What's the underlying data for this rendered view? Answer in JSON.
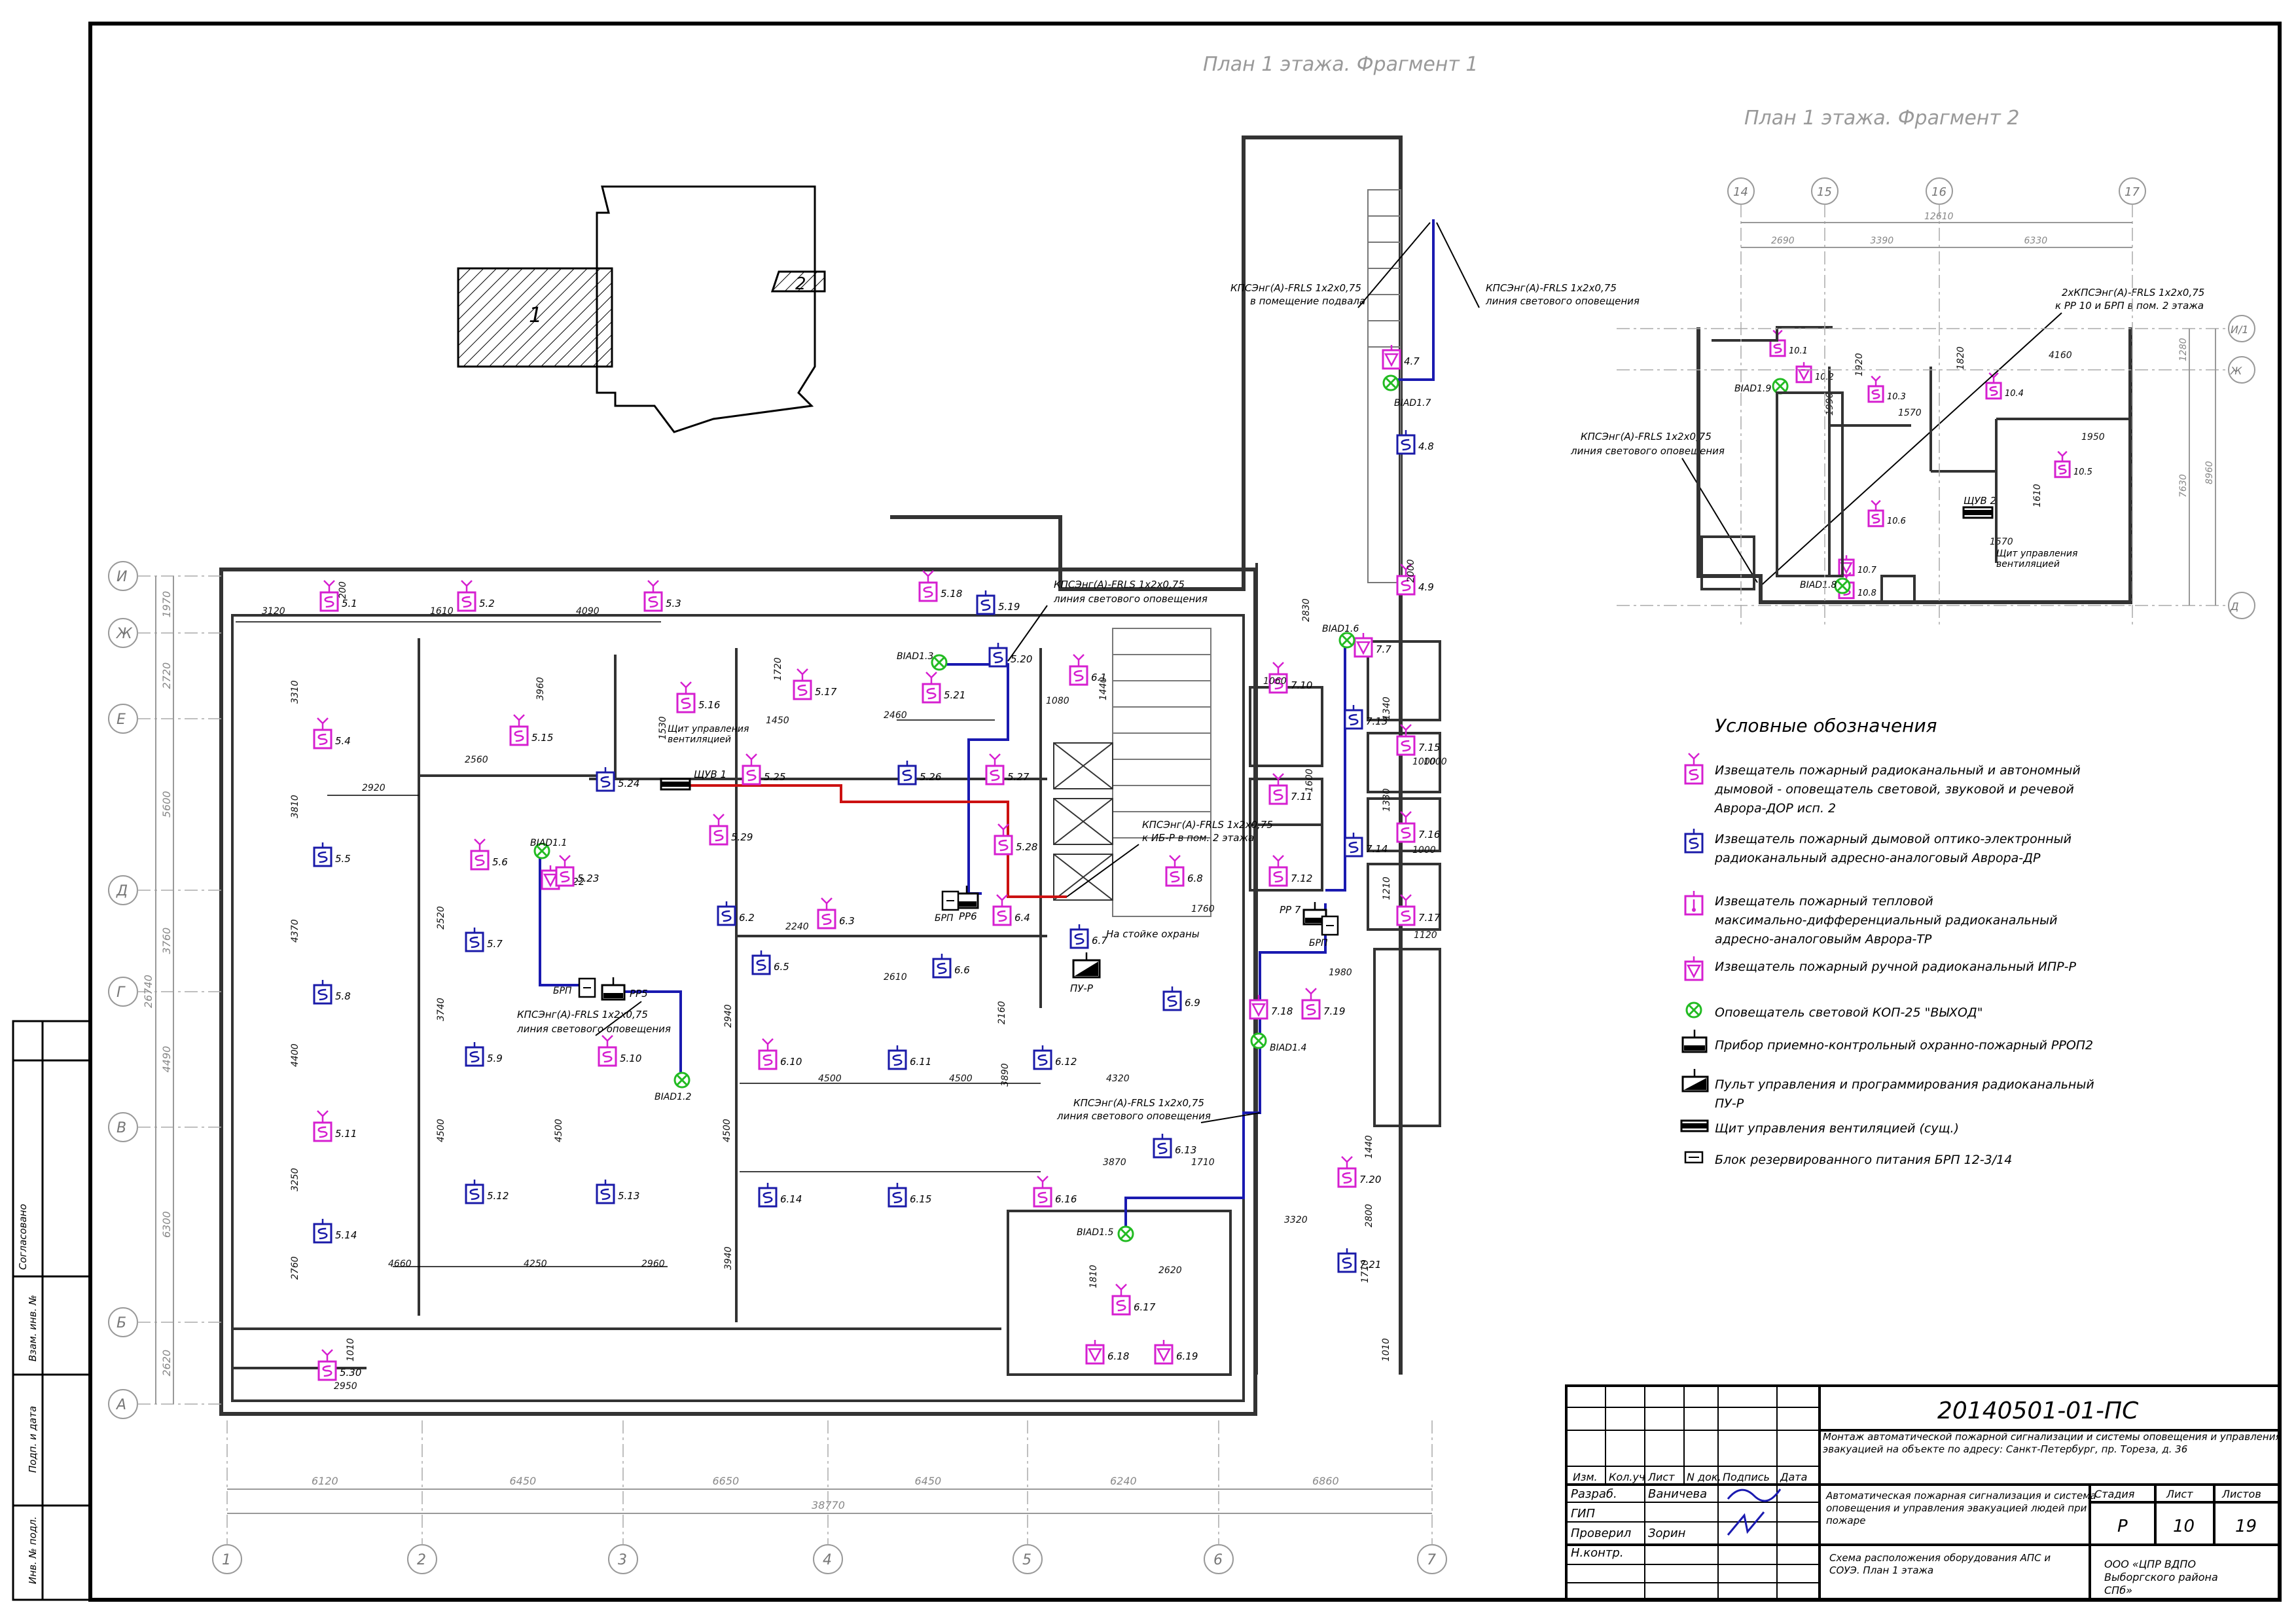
{
  "titles": {
    "fragment1": "План 1 этажа. Фрагмент 1",
    "fragment2": "План 1 этажа. Фрагмент 2"
  },
  "site": {
    "bldg1": "1",
    "bldg2": "2"
  },
  "colors": {
    "smoke_combo": "#d61fd0",
    "smoke_optical": "#1a1aa8",
    "exit_light": "#22bb22",
    "cable_blue": "#1a1ab0",
    "cable_red": "#cc1111"
  },
  "axes_rows": [
    "И",
    "Ж",
    "Е",
    "Д",
    "Г",
    "В",
    "Б",
    "А"
  ],
  "axes_cols": [
    "1",
    "2",
    "3",
    "4",
    "5",
    "6",
    "7"
  ],
  "axes_cols2": [
    "14",
    "15",
    "16",
    "17"
  ],
  "axes_rows2": [
    "И/1",
    "Ж",
    "Д"
  ],
  "overall_dims": {
    "bottom_spans": [
      "6120",
      "6450",
      "6650",
      "6450",
      "6240",
      "6860"
    ],
    "bottom_total": "38770",
    "left_spans": [
      "1970",
      "2720",
      "5600",
      "3760",
      "4490",
      "6300",
      "2620"
    ],
    "left_total": "26740",
    "frag2_top_spans": [
      "2690",
      "3390",
      "6330"
    ],
    "frag2_top_total": "12610",
    "frag2_left_spans": [
      "1280",
      "7630"
    ],
    "frag2_left_total": "8960"
  },
  "devices_f1": [
    {
      "id": "5.1",
      "type": "combo"
    },
    {
      "id": "5.2",
      "type": "combo"
    },
    {
      "id": "5.3",
      "type": "combo"
    },
    {
      "id": "5.18",
      "type": "combo"
    },
    {
      "id": "5.19",
      "type": "optical"
    },
    {
      "id": "5.20",
      "type": "optical"
    },
    {
      "id": "5.4",
      "type": "combo"
    },
    {
      "id": "5.5",
      "type": "optical"
    },
    {
      "id": "5.6",
      "type": "combo"
    },
    {
      "id": "5.7",
      "type": "optical"
    },
    {
      "id": "5.8",
      "type": "optical"
    },
    {
      "id": "5.9",
      "type": "optical"
    },
    {
      "id": "5.10",
      "type": "combo"
    },
    {
      "id": "5.11",
      "type": "combo"
    },
    {
      "id": "5.12",
      "type": "optical"
    },
    {
      "id": "5.13",
      "type": "optical"
    },
    {
      "id": "5.14",
      "type": "optical"
    },
    {
      "id": "5.15",
      "type": "combo"
    },
    {
      "id": "5.16",
      "type": "combo"
    },
    {
      "id": "5.17",
      "type": "combo"
    },
    {
      "id": "5.21",
      "type": "combo"
    },
    {
      "id": "5.22",
      "type": "manual"
    },
    {
      "id": "5.23",
      "type": "combo"
    },
    {
      "id": "5.24",
      "type": "optical"
    },
    {
      "id": "5.25",
      "type": "combo"
    },
    {
      "id": "5.26",
      "type": "optical"
    },
    {
      "id": "5.27",
      "type": "combo"
    },
    {
      "id": "5.28",
      "type": "combo"
    },
    {
      "id": "5.29",
      "type": "combo"
    },
    {
      "id": "5.30",
      "type": "combo"
    },
    {
      "id": "6.1",
      "type": "combo"
    },
    {
      "id": "6.2",
      "type": "optical"
    },
    {
      "id": "6.3",
      "type": "combo"
    },
    {
      "id": "6.4",
      "type": "combo"
    },
    {
      "id": "6.5",
      "type": "optical"
    },
    {
      "id": "6.6",
      "type": "optical"
    },
    {
      "id": "6.7",
      "type": "optical"
    },
    {
      "id": "6.8",
      "type": "combo"
    },
    {
      "id": "6.9",
      "type": "optical"
    },
    {
      "id": "6.10",
      "type": "combo"
    },
    {
      "id": "6.11",
      "type": "optical"
    },
    {
      "id": "6.12",
      "type": "optical"
    },
    {
      "id": "6.13",
      "type": "optical"
    },
    {
      "id": "6.14",
      "type": "optical"
    },
    {
      "id": "6.15",
      "type": "optical"
    },
    {
      "id": "6.16",
      "type": "combo"
    },
    {
      "id": "6.17",
      "type": "combo"
    },
    {
      "id": "6.18",
      "type": "manual"
    },
    {
      "id": "6.19",
      "type": "manual"
    },
    {
      "id": "4.7",
      "type": "manual"
    },
    {
      "id": "4.8",
      "type": "optical"
    },
    {
      "id": "4.9",
      "type": "combo"
    },
    {
      "id": "7.7",
      "type": "manual"
    },
    {
      "id": "7.10",
      "type": "combo"
    },
    {
      "id": "7.11",
      "type": "combo"
    },
    {
      "id": "7.12",
      "type": "combo"
    },
    {
      "id": "7.13",
      "type": "optical"
    },
    {
      "id": "7.14",
      "type": "optical"
    },
    {
      "id": "7.15",
      "type": "combo"
    },
    {
      "id": "7.16",
      "type": "combo"
    },
    {
      "id": "7.17",
      "type": "combo"
    },
    {
      "id": "7.18",
      "type": "manual"
    },
    {
      "id": "7.19",
      "type": "combo"
    },
    {
      "id": "7.20",
      "type": "combo"
    },
    {
      "id": "7.21",
      "type": "optical"
    }
  ],
  "devices_f2": [
    {
      "id": "10.1",
      "type": "combo"
    },
    {
      "id": "10.2",
      "type": "manual"
    },
    {
      "id": "10.3",
      "type": "combo"
    },
    {
      "id": "10.4",
      "type": "combo"
    },
    {
      "id": "10.5",
      "type": "combo"
    },
    {
      "id": "10.6",
      "type": "combo"
    },
    {
      "id": "10.7",
      "type": "manual"
    },
    {
      "id": "10.8",
      "type": "combo"
    }
  ],
  "exit_lights": [
    "BIAD1.1",
    "BIAD1.2",
    "BIAD1.3",
    "BIAD1.4",
    "BIAD1.5",
    "BIAD1.6",
    "BIAD1.7",
    "BIAD1.8",
    "BIAD1.9"
  ],
  "equipment": {
    "rr5": "РР5",
    "rr6": "РР6",
    "rr7": "РР 7",
    "brp": "БРП",
    "pu_r": "ПУ-Р",
    "shchuv1": "ЩУВ 1",
    "shchuv2": "ЩУВ 2",
    "shchit_note": "Щит управления вентиляцией",
    "guard_note": "На стойке охраны"
  },
  "cable_notes": {
    "n1_line1": "КПСЭнг(А)-FRLS 1х2х0,75",
    "n1_line2": "в помещение подвала",
    "n2_line1": "КПСЭнг(А)-FRLS 1х2х0,75",
    "n2_line2": "линия светового оповещения",
    "n3_line1": "КПСЭнг(А)-FRLS 1х2х0,75",
    "n3_line2": "линия светового оповещения",
    "n4_line1": "КПСЭнг(А)-FRLS 1х2х0,75",
    "n4_line2": "к ИБ-Р в пом. 2 этажа",
    "n5_line1": "КПСЭнг(А)-FRLS 1х2х0,75",
    "n5_line2": "линия светового оповещения",
    "n6_line1": "КПСЭнг(А)-FRLS 1х2х0,75",
    "n6_line2": "линия светового оповещения",
    "n7_line1": "КПСЭнг(А)-FRLS 1х2х0,75",
    "n7_line2": "линия светового оповещения",
    "n8_line1": "2хКПСЭнг(А)-FRLS 1х2х0,75",
    "n8_line2": "к РР 10 и БРП в пом. 2 этажа"
  },
  "interior_dims": [
    "3120",
    "1610",
    "4090",
    "200",
    "2560",
    "2920",
    "2460",
    "1450",
    "1720",
    "1530",
    "3960",
    "3310",
    "3810",
    "4370",
    "4400",
    "3250",
    "2760",
    "4660",
    "4250",
    "2960",
    "2520",
    "3740",
    "4500",
    "4500",
    "4500",
    "4500",
    "4500",
    "4320",
    "3870",
    "1710",
    "2610",
    "2240",
    "1080",
    "1440",
    "1000",
    "2940",
    "3940",
    "2160",
    "3890",
    "2830",
    "1060",
    "1600",
    "1760",
    "1340",
    "1000",
    "1330",
    "1000",
    "1210",
    "1120",
    "1980",
    "3320",
    "2800",
    "1710",
    "1440",
    "2620",
    "1810",
    "1010",
    "2950",
    "1010",
    "1990",
    "1920",
    "1570",
    "1820",
    "4160",
    "1950",
    "1610",
    "1570",
    "2000"
  ],
  "legend": {
    "title": "Условные обозначения",
    "items": [
      {
        "symbol": "combo",
        "text": "Извещатель пожарный радиоканальный и автономный дымовой - оповещатель световой, звуковой и речевой Аврора-ДОР исп. 2"
      },
      {
        "symbol": "optical",
        "text": "Извещатель пожарный дымовой оптико-электронный радиоканальный адресно-аналоговый Аврора-ДР"
      },
      {
        "symbol": "heat",
        "text": "Извещатель пожарный тепловой максимально-дифференциальный радиоканальный адресно-аналоговыйм Аврора-ТР"
      },
      {
        "symbol": "manual",
        "text": "Извещатель пожарный ручной радиоканальный ИПР-Р"
      },
      {
        "symbol": "exit",
        "text": "Оповещатель световой КОП-25 \"ВЫХОД\""
      },
      {
        "symbol": "panel",
        "text": "Прибор приемно-контрольный охранно-пожарный РРОП2"
      },
      {
        "symbol": "console",
        "text": "Пульт управления и программирования радиоканальный ПУ-Р"
      },
      {
        "symbol": "vent",
        "text": "Щит управления вентиляцией (сущ.)"
      },
      {
        "symbol": "psu",
        "text": "Блок резервированного питания БРП 12-3/14"
      }
    ]
  },
  "side_stamp": {
    "agreed": "Согласовано",
    "inv_replace": "Взам. инв. №",
    "sign_date": "Подп. и дата",
    "inv_orig": "Инв. № подл."
  },
  "title_block": {
    "doc_code": "20140501-01-ПС",
    "object_title": "Монтаж автоматической пожарной сигнализации и системы оповещения и управления эвакуацией на объекте по адресу: Санкт-Петербург, пр. Тореза, д. 36",
    "col_heads": [
      "Изм.",
      "Кол.уч",
      "Лист",
      "N док.",
      "Подпись",
      "Дата"
    ],
    "roles": [
      "Разраб.",
      "ГИП",
      "Проверил",
      "Н.контр."
    ],
    "names": [
      "Ваничева",
      "",
      "Зорин",
      ""
    ],
    "system_title": "Автоматическая пожарная сигнализация и система оповещения и управления эвакуацией людей при пожаре",
    "sheet_title": "Схема расположения оборудования АПС и СОУЭ. План 1 этажа",
    "stage_label": "Стадия",
    "sheet_label": "Лист",
    "sheets_label": "Листов",
    "stage": "Р",
    "sheet": "10",
    "sheets": "19",
    "org": "ООО «ЦПР ВДПО Выборгского района СПб»"
  }
}
